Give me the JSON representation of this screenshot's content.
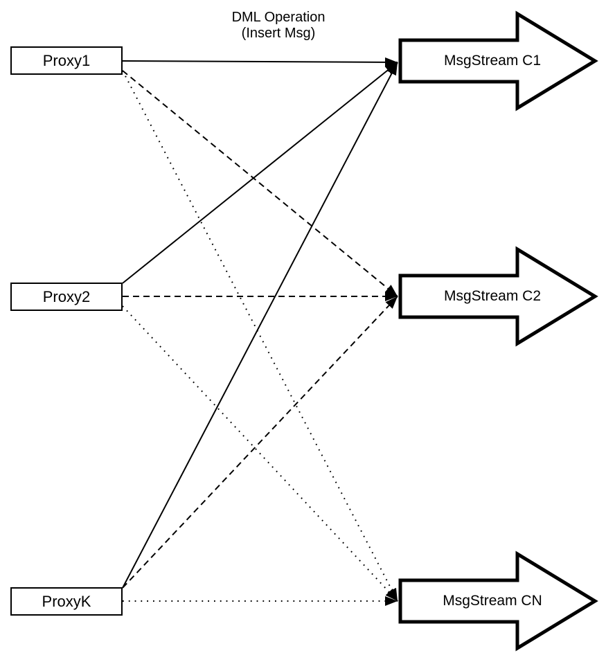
{
  "diagram": {
    "edge_label": {
      "line1": "DML Operation",
      "line2": "(Insert Msg)"
    },
    "proxies": [
      {
        "id": "proxy1",
        "label": "Proxy1"
      },
      {
        "id": "proxy2",
        "label": "Proxy2"
      },
      {
        "id": "proxyk",
        "label": "ProxyK"
      }
    ],
    "streams": [
      {
        "id": "c1",
        "label": "MsgStream C1"
      },
      {
        "id": "c2",
        "label": "MsgStream C2"
      },
      {
        "id": "cn",
        "label": "MsgStream CN"
      }
    ],
    "edges": [
      {
        "from": "proxy1",
        "to": "c1",
        "style": "solid"
      },
      {
        "from": "proxy2",
        "to": "c1",
        "style": "solid"
      },
      {
        "from": "proxyk",
        "to": "c1",
        "style": "solid"
      },
      {
        "from": "proxy1",
        "to": "c2",
        "style": "dashed"
      },
      {
        "from": "proxy2",
        "to": "c2",
        "style": "dashed"
      },
      {
        "from": "proxyk",
        "to": "c2",
        "style": "dashed"
      },
      {
        "from": "proxy1",
        "to": "cn",
        "style": "dotted"
      },
      {
        "from": "proxy2",
        "to": "cn",
        "style": "dotted"
      },
      {
        "from": "proxyk",
        "to": "cn",
        "style": "dotted"
      }
    ],
    "colors": {
      "stroke": "#000000",
      "background": "#ffffff"
    }
  }
}
